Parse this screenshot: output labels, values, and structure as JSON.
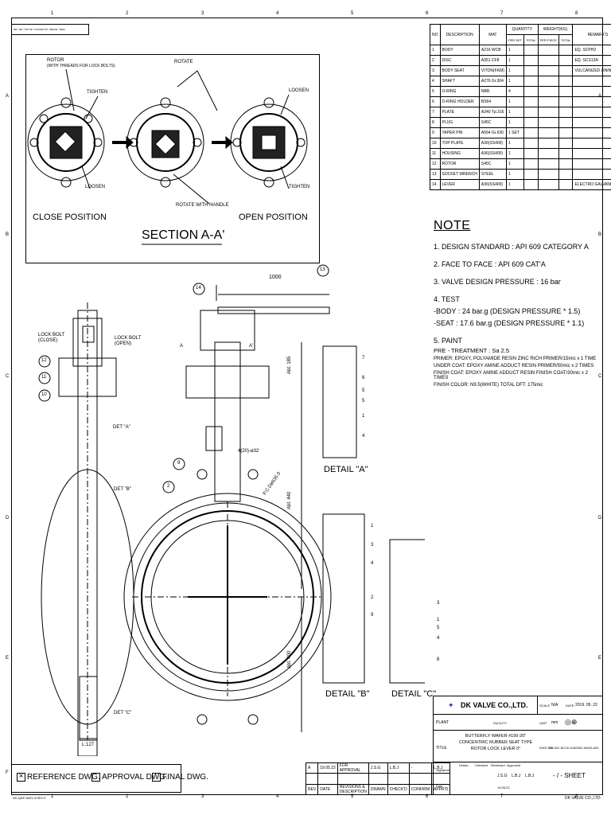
{
  "drawing_id": "DK-WC-BC1K-0160532-W400-A00",
  "revision_label": "REV",
  "page_label": "PAGE NO.",
  "zone_cols": [
    "1",
    "2",
    "3",
    "4",
    "5",
    "6",
    "7",
    "8"
  ],
  "zone_rows": [
    "A",
    "B",
    "C",
    "D",
    "E",
    "F"
  ],
  "section_view": {
    "labels": {
      "rotor": "ROTOR",
      "rotor_sub": "(WITH THREADS FOR LOCK BOLTS)",
      "rotate": "ROTATE",
      "tighten_1": "TIGHTEN",
      "loosen_1": "LOOSEN",
      "loosen_2": "LOOSEN",
      "tighten_2": "TIGHTEN",
      "rotate_handle": "ROTATE WITH HANDLE",
      "close_position": "CLOSE POSITION",
      "open_position": "OPEN POSITION",
      "section_title": "SECTION A-A'"
    }
  },
  "main_view": {
    "lock_bolt_close": "LOCK BOLT",
    "lock_bolt_close_sub": "(CLOSE)",
    "lock_bolt_open": "LOCK BOLT",
    "lock_bolt_open_sub": "(OPEN)",
    "det_a": "DET \"A\"",
    "det_b": "DET \"B\"",
    "det_c": "DET \"C\"",
    "bottom_dim": "L:127",
    "lever_length": "1000",
    "dim_185": "Abt. 185",
    "dim_440": "Abt. 440",
    "dim_400": "Abt. 400",
    "bolt_holes": "4(20)-ø32",
    "pcd": "P.C.Dø635.0",
    "section_a": "A",
    "section_a_prime": "A'",
    "balloons": [
      "12",
      "11",
      "10",
      "14",
      "13",
      "9",
      "2"
    ]
  },
  "details": {
    "detail_a": "DETAIL \"A\"",
    "detail_b": "DETAIL \"B\"",
    "detail_c": "DETAIL \"C\"",
    "balloons_a": [
      "7",
      "6",
      "5",
      "5",
      "1",
      "4"
    ],
    "balloons_b": [
      "1",
      "3",
      "4",
      "2",
      "9"
    ],
    "balloons_c": [
      "3",
      "1",
      "5",
      "4",
      "8"
    ]
  },
  "parts_table": {
    "headers": [
      "NO",
      "DESCRIPTION",
      "MAT",
      "QUANTITY",
      "WEIGHT(KG)",
      "REMARK'S"
    ],
    "sub_headers": [
      "PER SET",
      "TOTAL",
      "PER PIECE",
      "TOTAL"
    ],
    "rows": [
      {
        "no": "1",
        "desc": "BODY",
        "mat": "A216 WCB",
        "qty": "1",
        "remark": "EQ. SCPH2"
      },
      {
        "no": "2",
        "desc": "DISC",
        "mat": "A351 CF8",
        "qty": "1",
        "remark": "EQ. SCS13A"
      },
      {
        "no": "3",
        "desc": "BODY SEAT",
        "mat": "VITON(FKM)",
        "qty": "1",
        "remark": "VULCANIZED LINING"
      },
      {
        "no": "4",
        "desc": "SHAFT",
        "mat": "A276 Gr.304",
        "qty": "1",
        "remark": ""
      },
      {
        "no": "5",
        "desc": "O-RING",
        "mat": "NBR",
        "qty": "4",
        "remark": ""
      },
      {
        "no": "6",
        "desc": "O-RING HOLDER",
        "mat": "BS64",
        "qty": "1",
        "remark": ""
      },
      {
        "no": "7",
        "desc": "PLATE",
        "mat": "A240 Tp.316",
        "qty": "1",
        "remark": ""
      },
      {
        "no": "8",
        "desc": "PLUG",
        "mat": "S45C",
        "qty": "1",
        "remark": ""
      },
      {
        "no": "9",
        "desc": "TAPER PIN",
        "mat": "A564 Gr.630",
        "qty": "1 SET",
        "remark": ""
      },
      {
        "no": "10",
        "desc": "TOP PLATE",
        "mat": "A36(SS400)",
        "qty": "1",
        "remark": ""
      },
      {
        "no": "11",
        "desc": "HOUSING",
        "mat": "A36(SS400)",
        "qty": "1",
        "remark": ""
      },
      {
        "no": "12",
        "desc": "ROTOR",
        "mat": "S45C",
        "qty": "1",
        "remark": ""
      },
      {
        "no": "13",
        "desc": "SOCKET WRENCH",
        "mat": "STEEL",
        "qty": "1",
        "remark": ""
      },
      {
        "no": "14",
        "desc": "LEVER",
        "mat": "A36(SS400)",
        "qty": "1",
        "remark": "ELECTRO GALVANIZING"
      }
    ]
  },
  "notes": {
    "title": "NOTE",
    "lines": [
      "1. DESIGN STANDARD : API 609 CATEGORY A",
      "2. FACE TO FACE : API 609 CAT'A",
      "3. VALVE DESIGN PRESSURE : 16 bar",
      "4. TEST",
      "-BODY : 24 bar.g (DESIGN PRESSURE * 1.5)",
      "-SEAT : 17.6 bar.g (DESIGN PRESSURE * 1.1)",
      "5. PAINT"
    ],
    "paint_lines": [
      "PRE - TREATMENT : Sa 2.5",
      "PRIMER: EPOXY, POLYAMIDE RESIN ZINC RICH PRIMER/15mic x 1 TIME",
      "UNDER COAT: EPOXY AMINE ADDUCT RESIN PRIMER/50mic x 2 TIMES",
      "FINISH COAT: EPOXY AMINE ADDUCT RESIN FINISH COAT/30mic x 2 TIMES",
      "FINISH COLOR: N9.5(WHITE)    TOTAL DFT: 175mic"
    ]
  },
  "title_block": {
    "company": "DK VALVE CO.,LTD.",
    "scale_label": "SCALE",
    "scale": "N/A",
    "date_label": "DATE",
    "date": "2019. 05. 22",
    "plant_label": "PLANT",
    "facility_label": "FACILITY",
    "unit_label": "UNIT",
    "unit": "mm",
    "title_label": "TITLE",
    "title_lines": [
      "BUTTERFLY WAFER #150-20\"",
      "CONCENTRIC RUBBER SEAT TYPE",
      "ROTOR LOCK LEVER 0°"
    ],
    "dwg_no_label": "DWG NO.",
    "dwg_no": "DK-WC-BC1K-0160532-W400-A00",
    "sheet": "- / -  SHEET",
    "drawn": "J.S.G",
    "checked": "L.B.J",
    "approved": "L.B.J",
    "review_date": "19.05.22",
    "sig_labels": [
      "Drawn",
      "Checked",
      "Reviewed",
      "Approved"
    ],
    "sig_rows": [
      "Signature",
      "Date"
    ],
    "rev_rows": [
      {
        "rev": "A",
        "date": "19.05.22",
        "desc": "FOR APPROVAL",
        "drawn": "J.S.G",
        "checked": "L.B.J",
        "review": "-",
        "approved": "L.B.J"
      }
    ],
    "rev_headers": [
      "REV",
      "DATE",
      "REVISIONS & DESCRIPTION",
      "DRAWN",
      "CHECK'D",
      "CONFIRM",
      "APPR'D"
    ],
    "footer_company": "DK VALVE CO.,LTD."
  },
  "dwg_type": {
    "reference": "REFERENCE DWG.",
    "approval": "APPROVAL DWG.",
    "final": "FINAL DWG.",
    "checked": "reference"
  },
  "footer_form": "DK-QAP-8001-3 REV.0"
}
